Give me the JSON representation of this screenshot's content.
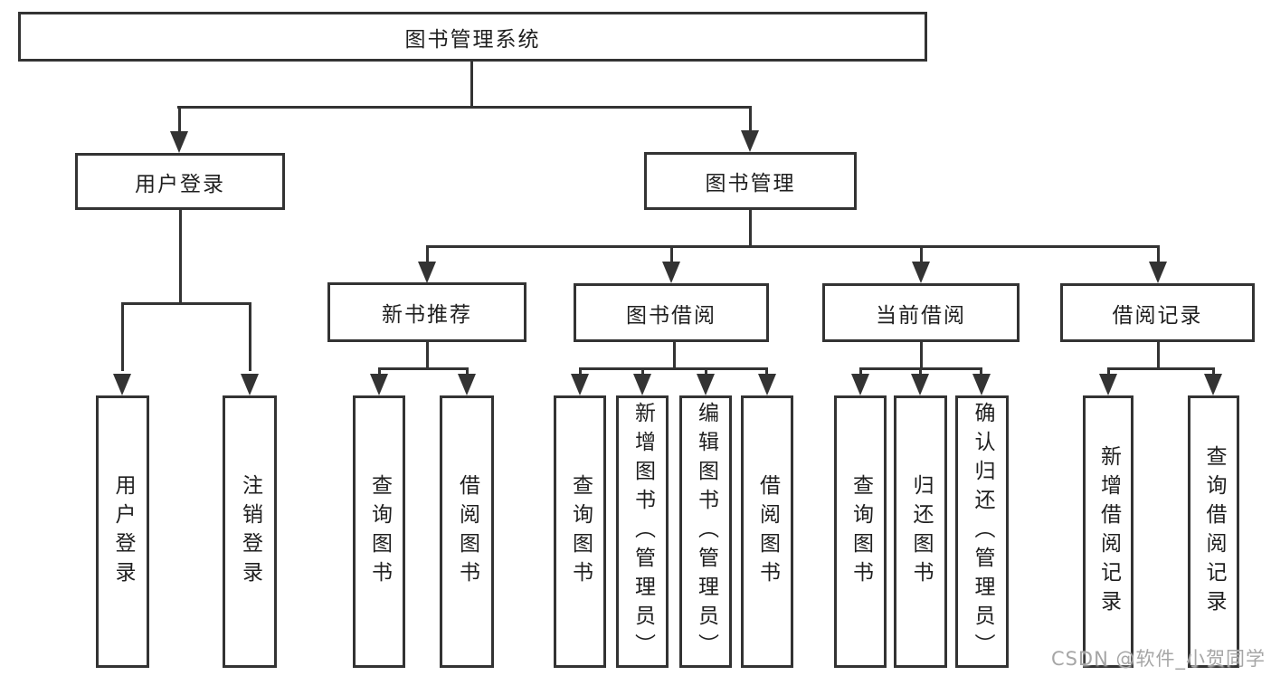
{
  "title": "图书管理系统",
  "level2": {
    "user_login": "用户登录",
    "book_management": "图书管理"
  },
  "level3": {
    "new_books": "新书推荐",
    "book_borrowing": "图书借阅",
    "current_borrowing": "当前借阅",
    "borrowing_records": "借阅记录"
  },
  "leaves": {
    "user_login": [
      "用户登录",
      "注销登录"
    ],
    "new_books": [
      "查询图书",
      "借阅图书"
    ],
    "book_borrowing": [
      "查询图书",
      "新增图书（管理员）",
      "编辑图书（管理员）",
      "借阅图书"
    ],
    "current_borrowing": [
      "查询图书",
      "归还图书",
      "确认归还（管理员）"
    ],
    "borrowing_records": [
      "新增借阅记录",
      "查询借阅记录"
    ]
  },
  "watermark": "CSDN @软件_小贺同学",
  "colors": {
    "line": "#333333",
    "text": "#1f1f1f",
    "watermark": "#a6a6a6",
    "background": "#ffffff"
  }
}
